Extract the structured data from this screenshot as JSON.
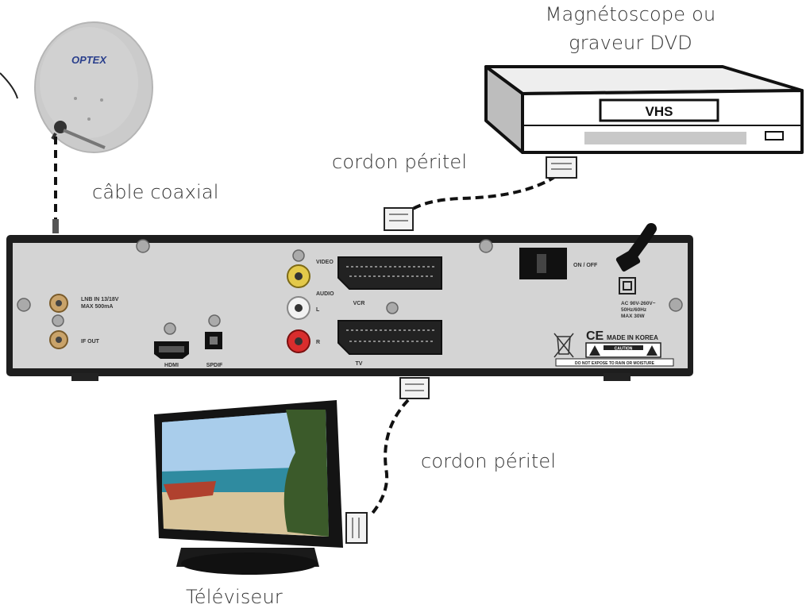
{
  "labels": {
    "vcr_title_line1": "Magnétoscope ou",
    "vcr_title_line2": "graveur DVD",
    "cable_scart_top": "cordon péritel",
    "cable_coax": "câble coaxial",
    "cable_scart_bottom": "cordon péritel",
    "tv_label": "Téléviseur"
  },
  "dish": {
    "brand": "OPTEX"
  },
  "vcr": {
    "badge": "VHS"
  },
  "receiver_panel": {
    "lnb_in": "LNB IN 13/18V",
    "lnb_max": "MAX 500mA",
    "if_out": "IF OUT",
    "hdmi": "HDMI",
    "spdif": "SPDIF",
    "video": "VIDEO",
    "audio": "AUDIO",
    "audio_l": "L",
    "audio_r": "R",
    "vcr": "VCR",
    "tv": "TV",
    "on_off": "ON / OFF",
    "power_line1": "AC 90V-260V~",
    "power_line2": "50Hz/60Hz",
    "power_line3": "MAX 30W",
    "made_in": "MADE IN KOREA",
    "ce_mark": "CE",
    "caution": "CAUTION",
    "warning": "DO NOT EXPOSE TO RAIN OR MOISTURE"
  },
  "colors": {
    "panel": "#d4d4d4",
    "chassis": "#1e1e1e",
    "dish": "#c9c9c9",
    "cable": "#111111"
  }
}
